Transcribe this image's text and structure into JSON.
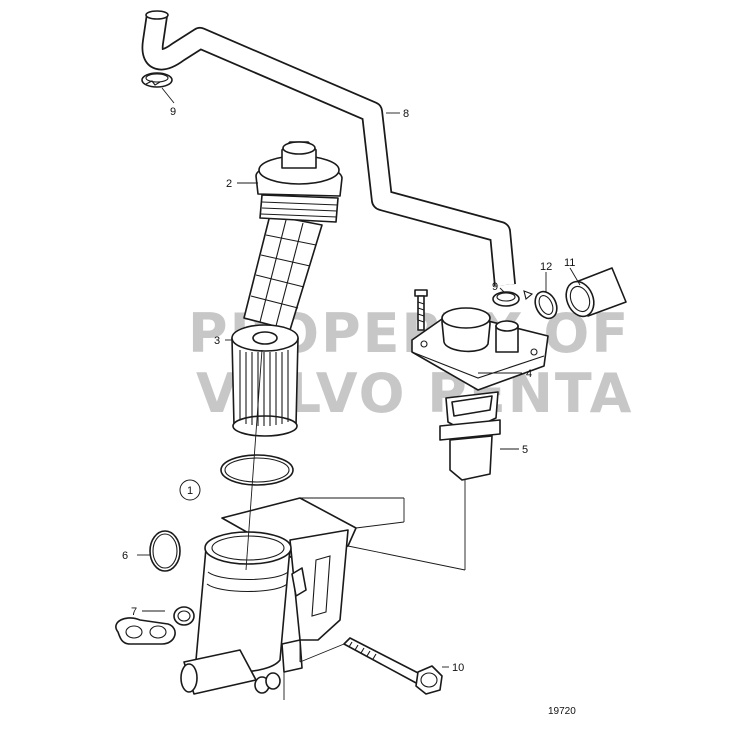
{
  "watermark": {
    "line1": "PROPERTY OF",
    "line2": "VOLVO PENTA"
  },
  "callouts": {
    "c1": "1",
    "c2": "2",
    "c3": "3",
    "c4": "4",
    "c5": "5",
    "c6": "6",
    "c7": "7",
    "c8": "8",
    "c9a": "9",
    "c9b": "9",
    "c10": "10",
    "c11": "11",
    "c12": "12"
  },
  "figure_ref": "19720"
}
